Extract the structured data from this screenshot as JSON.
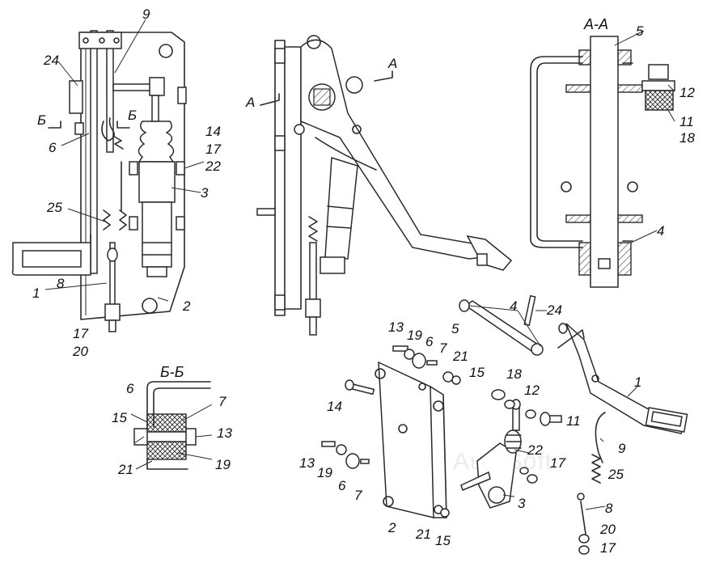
{
  "diagram": {
    "section_titles": {
      "aa": "А-А",
      "bb": "Б-Б"
    },
    "cut_marks": {
      "a": "А",
      "b": "Б"
    },
    "watermark": "AutoSoft",
    "callouts": [
      {
        "text": "9"
      },
      {
        "text": "24"
      },
      {
        "text": "Б"
      },
      {
        "text": "Б"
      },
      {
        "text": "6"
      },
      {
        "text": "14"
      },
      {
        "text": "17"
      },
      {
        "text": "22"
      },
      {
        "text": "3"
      },
      {
        "text": "25"
      },
      {
        "text": "1"
      },
      {
        "text": "8"
      },
      {
        "text": "2"
      },
      {
        "text": "17"
      },
      {
        "text": "20"
      },
      {
        "text": "А"
      },
      {
        "text": "А"
      },
      {
        "text": "5"
      },
      {
        "text": "12"
      },
      {
        "text": "11"
      },
      {
        "text": "18"
      },
      {
        "text": "4"
      },
      {
        "text": "6"
      },
      {
        "text": "7"
      },
      {
        "text": "15"
      },
      {
        "text": "13"
      },
      {
        "text": "21"
      },
      {
        "text": "19"
      },
      {
        "text": "4"
      },
      {
        "text": "24"
      },
      {
        "text": "5"
      },
      {
        "text": "13"
      },
      {
        "text": "19"
      },
      {
        "text": "6"
      },
      {
        "text": "7"
      },
      {
        "text": "21"
      },
      {
        "text": "15"
      },
      {
        "text": "18"
      },
      {
        "text": "12"
      },
      {
        "text": "14"
      },
      {
        "text": "11"
      },
      {
        "text": "1"
      },
      {
        "text": "9"
      },
      {
        "text": "22"
      },
      {
        "text": "17"
      },
      {
        "text": "25"
      },
      {
        "text": "13"
      },
      {
        "text": "19"
      },
      {
        "text": "6"
      },
      {
        "text": "7"
      },
      {
        "text": "3"
      },
      {
        "text": "8"
      },
      {
        "text": "2"
      },
      {
        "text": "21"
      },
      {
        "text": "15"
      },
      {
        "text": "20"
      },
      {
        "text": "17"
      }
    ]
  }
}
